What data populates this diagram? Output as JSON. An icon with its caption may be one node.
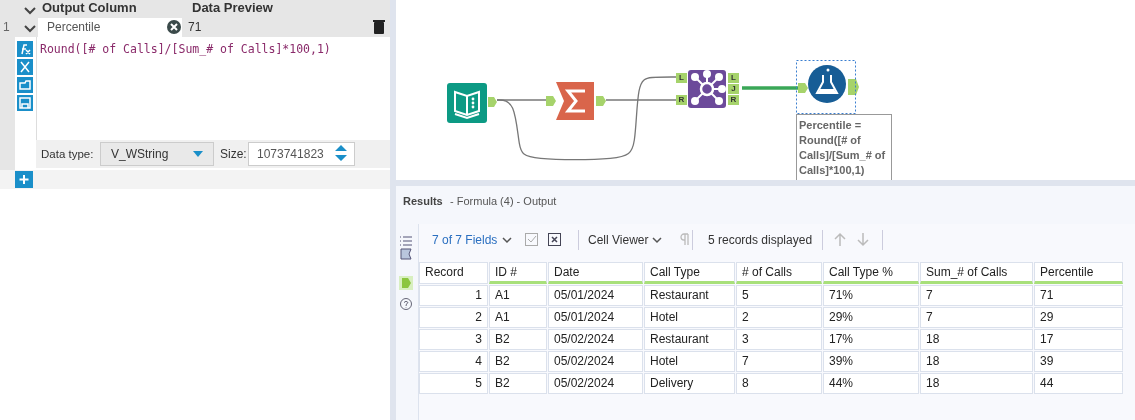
{
  "diagram": {
    "nodes": [
      {
        "text": [],
        "shape": "picture"
      },
      {
        "text": [],
        "shape": "picture"
      },
      {
        "text": [],
        "shape": "picture"
      },
      {
        "text": [],
        "shape": "picture",
        "beside": [
          "Percentile = Round([# of Calls]/[Sum_# of Calls]*100,1)"
        ]
      }
    ],
    "edges": [
      {
        "from": 0,
        "to": 1,
        "arrow": "none"
      },
      {
        "from": 1,
        "to": 2,
        "arrow": "none"
      },
      {
        "from": 0,
        "to": 2,
        "arrow": "none"
      },
      {
        "from": 2,
        "to": 3,
        "arrow": "none",
        "style": "thick",
        "color": "#3aa757"
      }
    ],
    "labels": [
      "Output Column",
      "Data Preview",
      "1",
      "Percentile",
      "71",
      "Round([# of Calls]/[Sum_# of Calls]*100,1)",
      "Data type:",
      "V_WString",
      "Size:",
      "1073741823",
      "L",
      "R",
      "L",
      "J",
      "R",
      "Results",
      "- Formula (4) - Output",
      "7 of 7 Fields",
      "Cell Viewer",
      "5 records displayed",
      "Record",
      "ID #",
      "Date",
      "Call Type",
      "# of Calls",
      "Call Type %",
      "Sum_# of Calls",
      "Percentile",
      "1",
      "A1",
      "05/01/2024",
      "Restaurant",
      "5",
      "71%",
      "7",
      "71",
      "2",
      "A1",
      "05/01/2024",
      "Hotel",
      "2",
      "29%",
      "7",
      "29",
      "3",
      "B2",
      "05/02/2024",
      "Restaurant",
      "3",
      "17%",
      "18",
      "17",
      "4",
      "B2",
      "05/02/2024",
      "Hotel",
      "7",
      "39%",
      "18",
      "39",
      "5",
      "B2",
      "05/02/2024",
      "Delivery",
      "8",
      "44%",
      "18",
      "44"
    ]
  }
}
